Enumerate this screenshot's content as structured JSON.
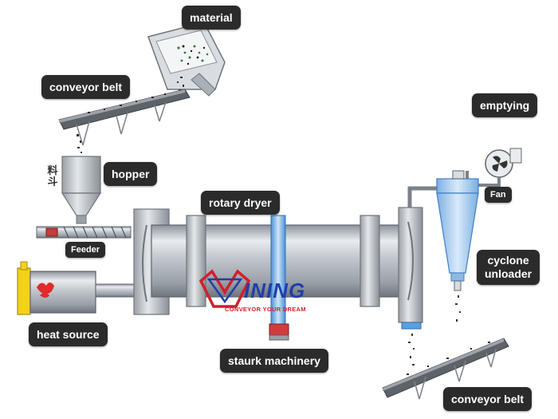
{
  "labels": {
    "material": "material",
    "conveyor_belt_top": "conveyor belt",
    "hopper": "hopper",
    "feeder": "Feeder",
    "heat_source": "heat source",
    "rotary_dryer": "rotary dryer",
    "staurk_machinery": "staurk machinery",
    "emptying": "emptying",
    "fan": "Fan",
    "cyclone_line1": "cyclone",
    "cyclone_line2": "unloader",
    "conveyor_belt_bottom": "conveyor belt"
  },
  "hopper_glyphs": "料斗",
  "logo": {
    "word": "INING",
    "tagline": "CONVEYOR YOUR DREAM"
  },
  "colors": {
    "label_bg": "#2b2b2b",
    "label_text": "#ffffff",
    "metal": "#bfc4cb",
    "cyclone_blue": "#9fc6ee",
    "logo_blue": "#1f3fa8",
    "logo_red": "#d21f2b",
    "flame": "#e12a2a",
    "heat_yellow": "#f2d21b"
  }
}
